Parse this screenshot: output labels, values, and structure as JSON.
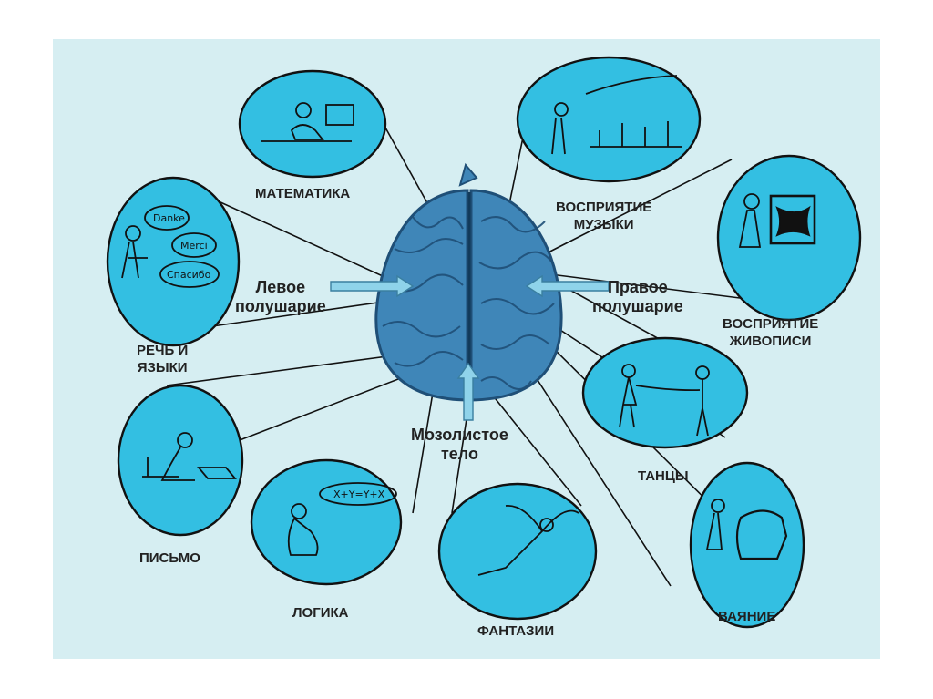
{
  "colors": {
    "background": "#d6eef2",
    "bubble_fill": "#33bfe2",
    "bubble_stroke": "#111111",
    "brain_fill": "#3f86b8",
    "brain_dark": "#1f4f77",
    "arrow_fill": "#8fd3ea"
  },
  "labels": {
    "math": "МАТЕМАТИКА",
    "music": "ВОСПРИЯТИЕ\nМУЗЫКИ",
    "speech": "РЕЧЬ И\nЯЗЫКИ",
    "painting": "ВОСПРИЯТИЕ\nЖИВОПИСИ",
    "left_hemisphere": "Левое\nполушарие",
    "right_hemisphere": "Правое\nполушарие",
    "corpus_callosum": "Мозолистое\nтело",
    "dance": "ТАНЦЫ",
    "writing": "ПИСЬМО",
    "logic": "ЛОГИКА",
    "fantasy": "ФАНТАЗИИ",
    "sculpture": "ВАЯНИЕ"
  },
  "speech_bubbles": [
    "Danke",
    "Merci",
    "Спасибо"
  ],
  "logic_formula": "X+Y=Y+X"
}
